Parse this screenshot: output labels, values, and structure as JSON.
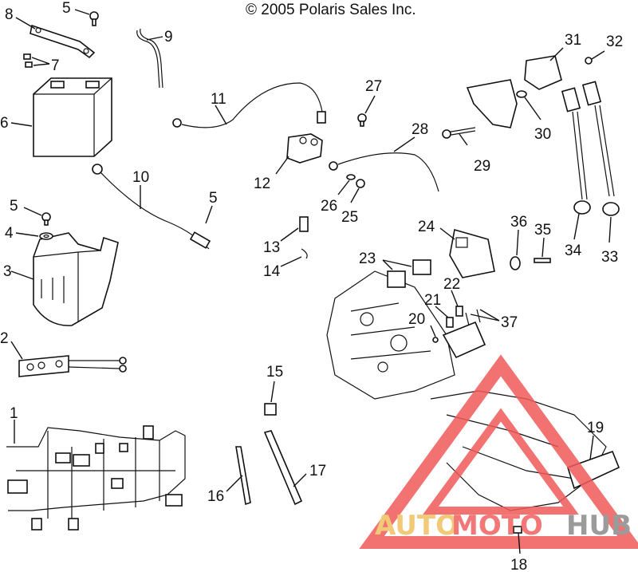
{
  "header": {
    "copyright": "© 2005 Polaris Sales Inc."
  },
  "watermark": {
    "part1": "AUTO",
    "part2": "MOTO",
    "part3": "HUB",
    "colors": {
      "auto": "#f0c060",
      "moto": "#f06060",
      "hub": "#8a8a8a",
      "triangle": "#f05a5a"
    }
  },
  "callouts": {
    "c1": "1",
    "c2": "2",
    "c3": "3",
    "c4": "4",
    "c5a": "5",
    "c5b": "5",
    "c5c": "5",
    "c6": "6",
    "c7": "7",
    "c8": "8",
    "c9": "9",
    "c10": "10",
    "c11": "11",
    "c12": "12",
    "c13": "13",
    "c14": "14",
    "c15": "15",
    "c16": "16",
    "c17": "17",
    "c18": "18",
    "c19": "19",
    "c20": "20",
    "c21": "21",
    "c22": "22",
    "c23": "23",
    "c24": "24",
    "c25": "25",
    "c26": "26",
    "c27": "27",
    "c28": "28",
    "c29": "29",
    "c30": "30",
    "c31": "31",
    "c32": "32",
    "c33": "33",
    "c34": "34",
    "c35": "35",
    "c36": "36",
    "c37": "37"
  }
}
